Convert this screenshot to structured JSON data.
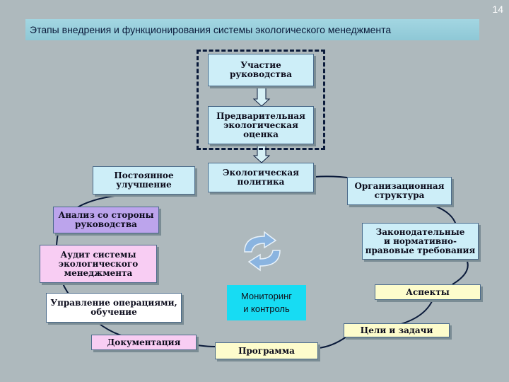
{
  "slide": {
    "number": "14"
  },
  "title": "Этапы внедрения и функционирования системы экологического менеджмента",
  "boxes": {
    "leadership": "Участие\nруководства",
    "preliminary_assessment": "Предварительная\nэкологическая\nоценка",
    "continuous_improvement": "Постоянное\nулучшение",
    "environmental_policy": "Экологическая\nполитика",
    "org_structure": "Организационная\nструктура",
    "management_review": "Анализ со стороны\nруководства",
    "legal_requirements": "Законодательные\nи нормативно-\nправовые требования",
    "ems_audit": "Аудит системы\nэкологического\nменеджмента",
    "operations_training": "Управление операциями,\nобучение",
    "aspects": "Аспекты",
    "monitoring": "Мониторинг\nи контроль",
    "goals_tasks": "Цели и задачи",
    "documentation": "Документация",
    "program": "Программа"
  },
  "colors": {
    "background": "#aeb9bd",
    "title_bar": "#a3d6e2",
    "light_blue": "#cdeef8",
    "lavender": "#bca4ec",
    "pink": "#f8cdf3",
    "yellow": "#fdfccc",
    "cyan": "#17dcf3",
    "arrow_fill": "#d6f0f6",
    "cycle_arrows": "#8ab4e0"
  },
  "icons": {
    "cycle": "cycle-arrows-icon",
    "down_arrow": "down-arrow-icon"
  }
}
